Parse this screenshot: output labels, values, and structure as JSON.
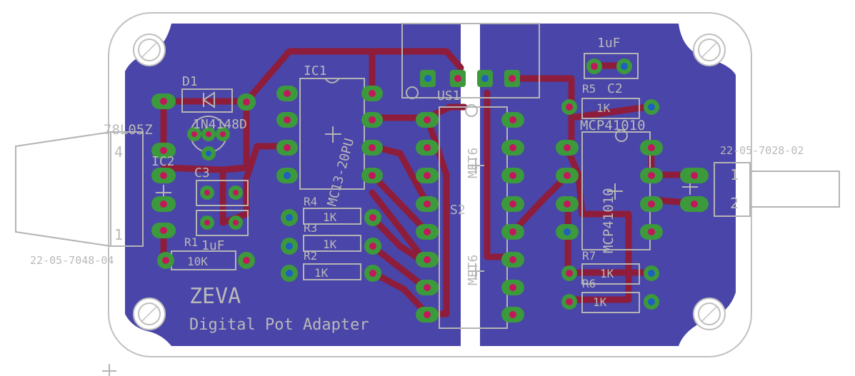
{
  "board": {
    "name": "ZEVA",
    "subtitle": "Digital Pot Adapter"
  },
  "labels": {
    "d1": "D1",
    "d1_part": "1N4148D",
    "ic1": "IC1",
    "ic1_part": "MC13-20PU",
    "ic2": "IC2",
    "ic2_part": "78L05Z",
    "c2": "C2",
    "c2_val": "1uF",
    "c3": "C3",
    "c_left_val": "1uF",
    "us1": "US1",
    "s2": "S2",
    "met6_a": "MET6",
    "met6_b": "MET6",
    "r1": "R1",
    "r2": "R2",
    "r3": "R3",
    "r4": "R4",
    "r5": "R5",
    "r6": "R6",
    "r7": "R7",
    "r_1k": "1K",
    "r_10k": "10K",
    "mcp_a": "MCP41010",
    "mcp_b": "MCP41010",
    "conn_left_part": "22-05-7048-04",
    "conn_right_part": "22-05-7028-02",
    "pin4": "4",
    "pin1": "1",
    "pin_r1": "1",
    "pin_r2": "2"
  },
  "colors": {
    "background": "#ffffff",
    "board_outline": "#c0c0c0",
    "copper_pour": "#4a45a8",
    "trace": "#8e1d3b",
    "pad": "#3c9a3c",
    "silkscreen": "#b9b9b9"
  }
}
